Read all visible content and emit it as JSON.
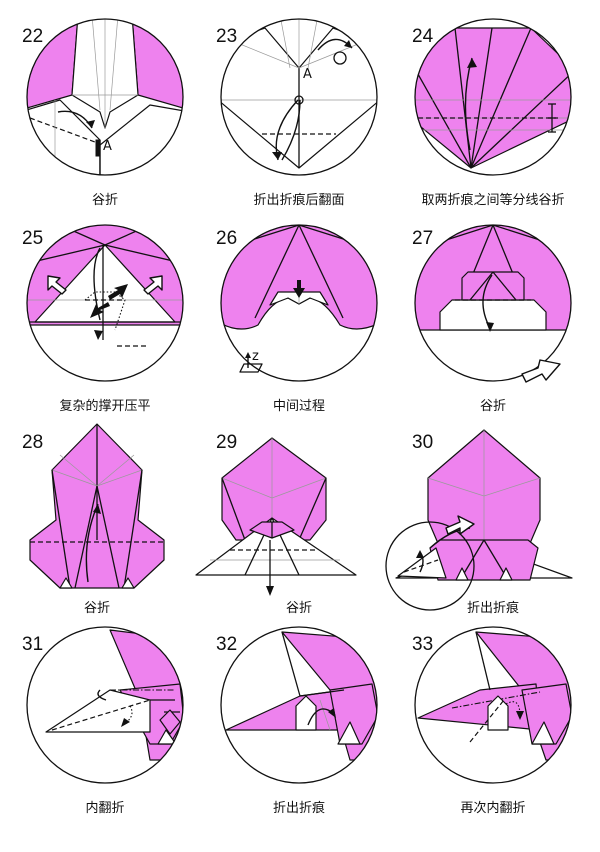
{
  "steps": [
    {
      "number": "22",
      "caption": "谷折",
      "label": "A"
    },
    {
      "number": "23",
      "caption": "折出折痕后翻面",
      "label": "A"
    },
    {
      "number": "24",
      "caption": "取两折痕之间等分线谷折"
    },
    {
      "number": "25",
      "caption": "复杂的撑开压平"
    },
    {
      "number": "26",
      "caption": "中间过程",
      "label": "z"
    },
    {
      "number": "27",
      "caption": "谷折"
    },
    {
      "number": "28",
      "caption": "谷折"
    },
    {
      "number": "29",
      "caption": "谷折"
    },
    {
      "number": "30",
      "caption": "折出折痕"
    },
    {
      "number": "31",
      "caption": "内翻折"
    },
    {
      "number": "32",
      "caption": "折出折痕"
    },
    {
      "number": "33",
      "caption": "再次内翻折"
    }
  ],
  "colors": {
    "paper_color": "#ee82ee",
    "line_color": "#111111"
  }
}
